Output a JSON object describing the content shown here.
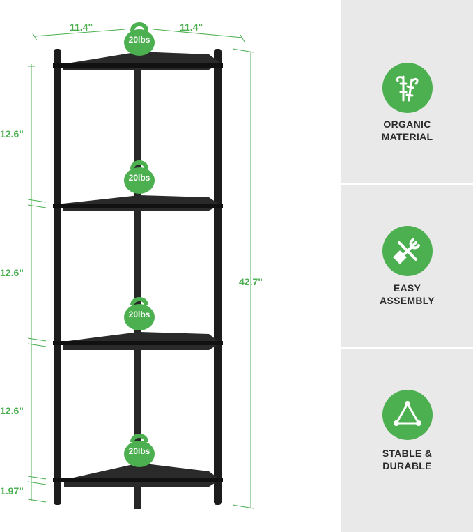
{
  "dimensions": {
    "width_left": "11.4\"",
    "width_right": "11.4\"",
    "total_height": "42.7\"",
    "tier_heights": [
      "12.6\"",
      "12.6\"",
      "12.6\""
    ],
    "bottom_clearance": "1.97\""
  },
  "weight_badges": [
    "20lbs",
    "20lbs",
    "20lbs",
    "20lbs"
  ],
  "features": [
    {
      "icon": "bamboo-icon",
      "lines": [
        "ORGANIC",
        "MATERIAL"
      ]
    },
    {
      "icon": "tools-icon",
      "lines": [
        "EASY",
        "ASSEMBLY"
      ]
    },
    {
      "icon": "triangle-icon",
      "lines": [
        "STABLE &",
        "DURABLE"
      ]
    }
  ],
  "colors": {
    "accent": "#4caf50",
    "sidebar": "#e9e9e9",
    "shelf": "#1e1e1e"
  }
}
